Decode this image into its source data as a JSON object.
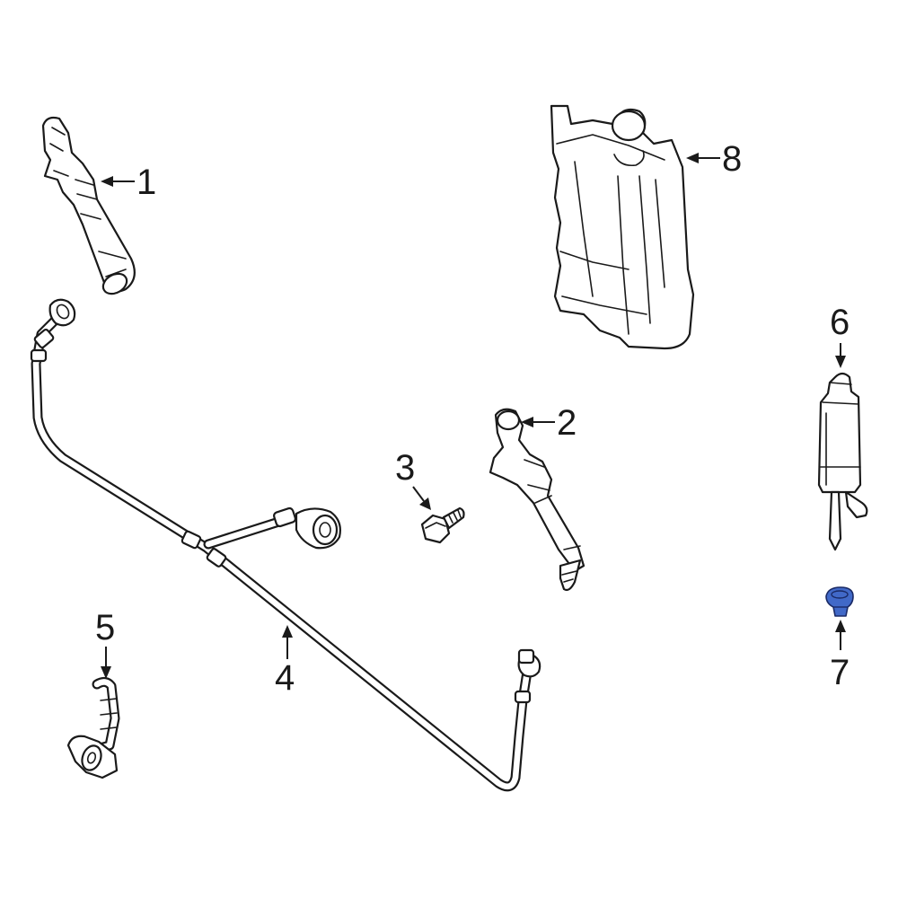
{
  "callouts": [
    {
      "id": "1",
      "label": "1"
    },
    {
      "id": "2",
      "label": "2"
    },
    {
      "id": "3",
      "label": "3"
    },
    {
      "id": "4",
      "label": "4"
    },
    {
      "id": "5",
      "label": "5"
    },
    {
      "id": "6",
      "label": "6"
    },
    {
      "id": "7",
      "label": "7"
    },
    {
      "id": "8",
      "label": "8"
    }
  ],
  "highlight_color": "#4169c8",
  "highlighted_part": "7"
}
